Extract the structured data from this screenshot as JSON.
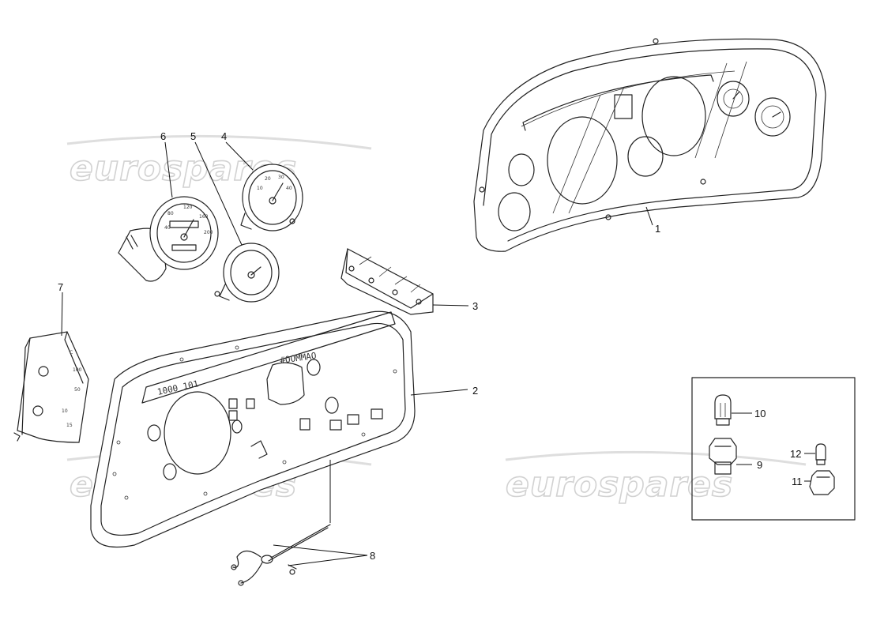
{
  "diagram": {
    "callouts": [
      {
        "id": "1",
        "label": "1"
      },
      {
        "id": "2",
        "label": "2"
      },
      {
        "id": "3",
        "label": "3"
      },
      {
        "id": "4",
        "label": "4"
      },
      {
        "id": "5",
        "label": "5"
      },
      {
        "id": "6",
        "label": "6"
      },
      {
        "id": "7",
        "label": "7"
      },
      {
        "id": "8",
        "label": "8"
      },
      {
        "id": "9",
        "label": "9"
      },
      {
        "id": "10",
        "label": "10"
      },
      {
        "id": "11",
        "label": "11"
      },
      {
        "id": "12",
        "label": "12"
      }
    ],
    "watermark_text": "eurospares",
    "panel_marking": "#OOMMAO",
    "odometer_marking": "1000 101"
  }
}
